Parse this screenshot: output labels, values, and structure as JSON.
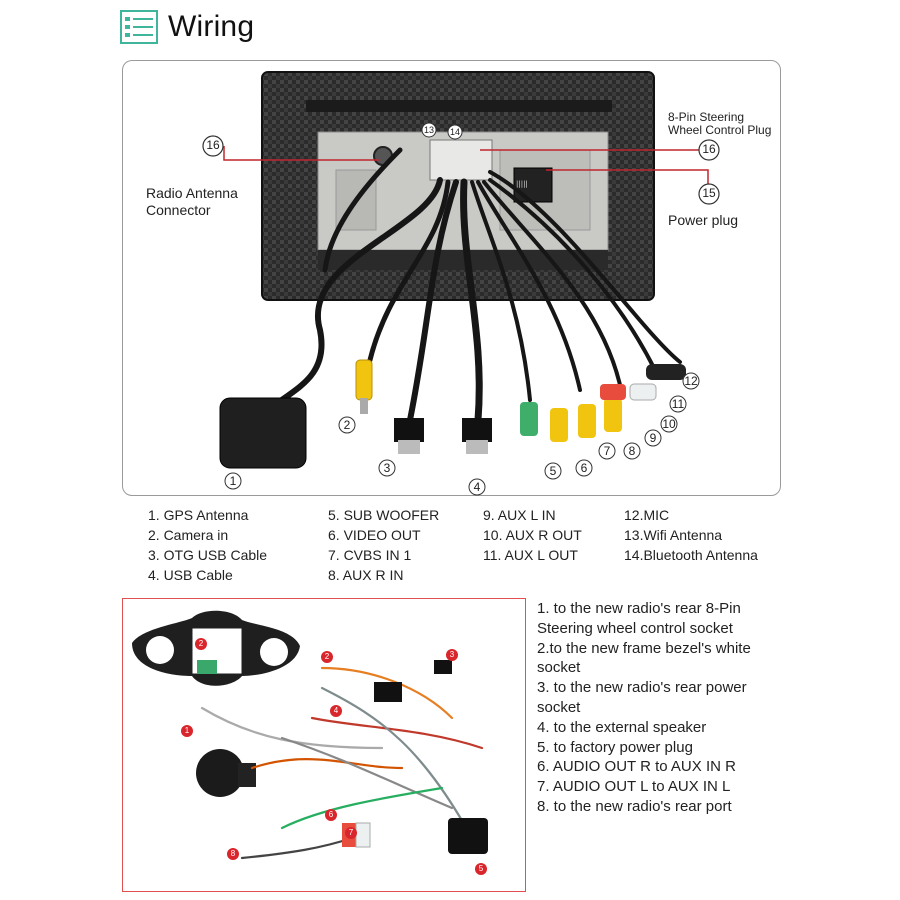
{
  "header": {
    "title": "Wiring",
    "icon": "list-icon",
    "accent_color": "#3fb59b"
  },
  "top_diagram": {
    "callouts": {
      "radio_antenna": {
        "number": "16",
        "label_lines": [
          "Radio Antenna",
          "Connector"
        ]
      },
      "steering": {
        "number": "16",
        "label_lines": [
          "8-Pin Steering",
          "Wheel Control Plug"
        ]
      },
      "power": {
        "number": "15",
        "label": "Power plug"
      },
      "top_numbers": [
        "13",
        "14"
      ]
    },
    "cable_numbers": [
      "1",
      "2",
      "3",
      "4",
      "5",
      "6",
      "7",
      "8",
      "9",
      "10",
      "11",
      "12"
    ]
  },
  "legend": {
    "col1": [
      "1. GPS Antenna",
      "2. Camera in",
      "3. OTG USB Cable",
      "4. USB Cable"
    ],
    "col2": [
      "5. SUB WOOFER",
      "6. VIDEO OUT",
      "7. CVBS IN 1",
      "8. AUX R IN"
    ],
    "col3": [
      "9. AUX L IN",
      "10. AUX R OUT",
      "11. AUX L OUT"
    ],
    "col4": [
      "12.MIC",
      "13.Wifi Antenna",
      "14.Bluetooth Antenna"
    ]
  },
  "bottom_diagram": {
    "markers": [
      "1",
      "2",
      "2",
      "3",
      "4",
      "5",
      "6",
      "7",
      "8"
    ],
    "marker_color": "#d9262c"
  },
  "notes": [
    "1. to the new radio's rear 8-Pin",
    "Steering wheel control socket",
    "2.to the new frame bezel's white",
    "socket",
    "3. to the new radio's rear power",
    "socket",
    "4. to the external speaker",
    "5. to factory power plug",
    "6. AUDIO OUT R to AUX IN R",
    "7. AUDIO OUT L to AUX IN L",
    "8. to the new radio's rear port"
  ]
}
